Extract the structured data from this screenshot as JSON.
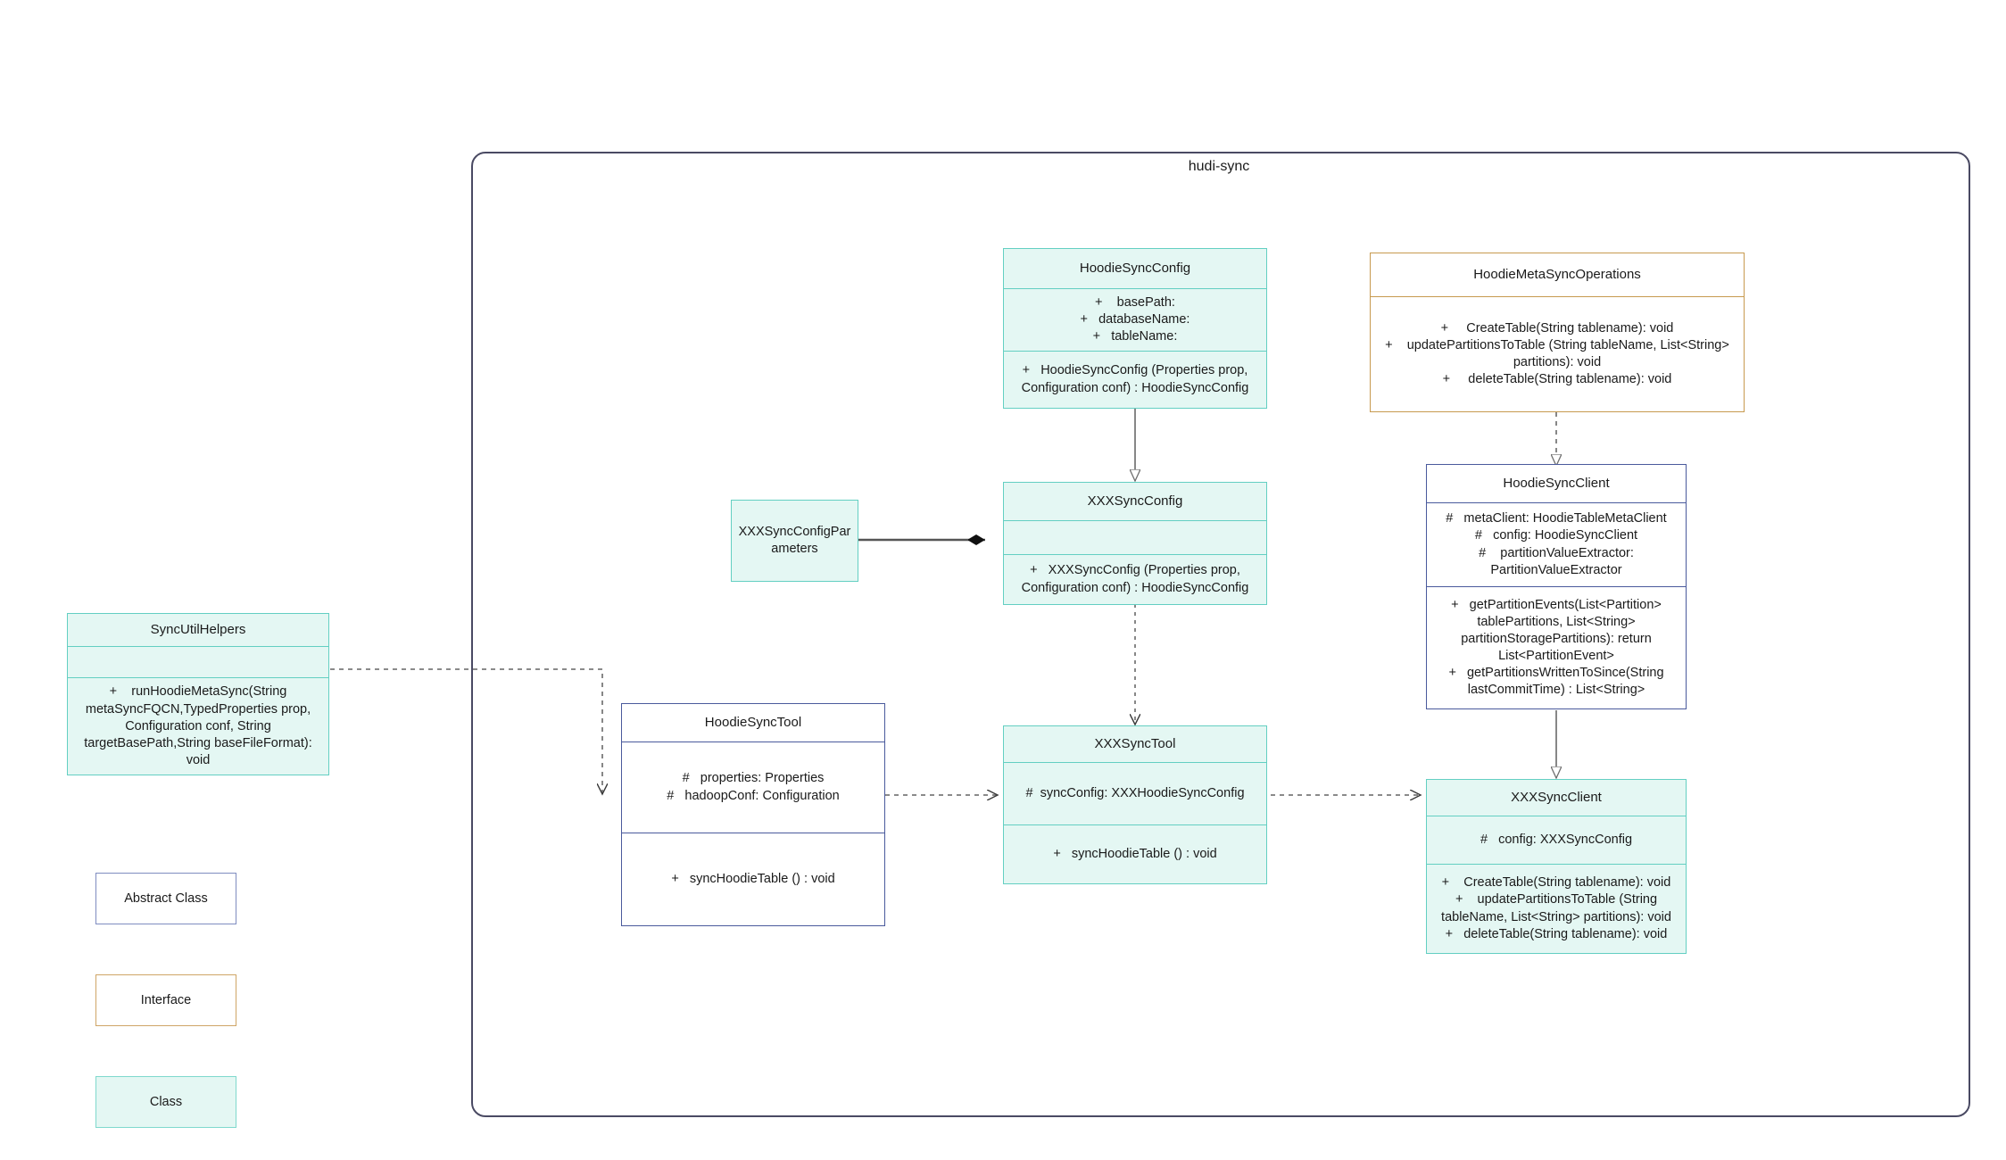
{
  "package": {
    "title": "hudi-sync"
  },
  "classes": {
    "hoodie_sync_config": {
      "name": "HoodieSyncConfig",
      "attributes": [
        "+    basePath:",
        "+   databaseName:",
        "+   tableName:"
      ],
      "methods": [
        "+   HoodieSyncConfig (Properties prop, Configuration conf) : HoodieSyncConfig"
      ]
    },
    "hoodie_meta_sync_operations": {
      "name": "HoodieMetaSyncOperations",
      "methods": [
        "+     CreateTable(String tablename): void",
        "+    updatePartitionsToTable (String tableName, List<String> partitions): void",
        "+     deleteTable(String tablename): void"
      ]
    },
    "xxx_sync_config": {
      "name": "XXXSyncConfig",
      "attributes": [],
      "methods": [
        "+   XXXSyncConfig (Properties prop, Configuration conf) : HoodieSyncConfig"
      ]
    },
    "xxx_sync_config_parameters": {
      "name": "XXXSyncConfigParameters"
    },
    "hoodie_sync_client": {
      "name": "HoodieSyncClient",
      "attributes": [
        "#   metaClient: HoodieTableMetaClient",
        "#   config: HoodieSyncClient",
        "#    partitionValueExtractor: PartitionValueExtractor"
      ],
      "methods": [
        "+   getPartitionEvents(List<Partition> tablePartitions, List<String> partitionStoragePartitions): return List<PartitionEvent>",
        "+   getPartitionsWrittenToSince(String lastCommitTime) : List<String>"
      ]
    },
    "sync_util_helpers": {
      "name": "SyncUtilHelpers",
      "attributes": [],
      "methods": [
        "+    runHoodieMetaSync(String metaSyncFQCN,TypedProperties prop, Configuration conf, String targetBasePath,String baseFileFormat): void"
      ]
    },
    "hoodie_sync_tool": {
      "name": "HoodieSyncTool",
      "attributes": [
        "#   properties: Properties",
        "#   hadoopConf: Configuration"
      ],
      "methods": [
        "+   syncHoodieTable () : void"
      ]
    },
    "xxx_sync_tool": {
      "name": "XXXSyncTool",
      "attributes": [
        "#  syncConfig: XXXHoodieSyncConfig"
      ],
      "methods": [
        "+   syncHoodieTable () : void"
      ]
    },
    "xxx_sync_client": {
      "name": "XXXSyncClient",
      "attributes": [
        "#   config: XXXSyncConfig"
      ],
      "methods": [
        "+    CreateTable(String tablename): void",
        "+    updatePartitionsToTable (String tableName, List<String> partitions): void",
        "+   deleteTable(String tablename): void"
      ]
    }
  },
  "legend": [
    {
      "label": "Abstract Class",
      "kind": "abstract"
    },
    {
      "label": "Interface",
      "kind": "interface"
    },
    {
      "label": "Class",
      "kind": "class"
    }
  ],
  "colors": {
    "class_fill": "#e4f7f3",
    "class_border": "#63cfc2",
    "abstract_border": "#4a5a9c",
    "interface_border": "#c79a4f",
    "package_border": "#4a4a63",
    "edge": "#7a7a7a",
    "edge_dark": "#555555"
  },
  "relations": [
    {
      "name": "hoodie-sync-config-to-xxx-sync-config",
      "type": "generalization"
    },
    {
      "name": "meta-sync-operations-to-hoodie-sync-client",
      "type": "realization"
    },
    {
      "name": "xxx-sync-config-parameters-to-xxx-sync-config",
      "type": "composition"
    },
    {
      "name": "xxx-sync-config-to-xxx-sync-tool",
      "type": "dependency"
    },
    {
      "name": "hoodie-sync-client-to-xxx-sync-client",
      "type": "generalization"
    },
    {
      "name": "sync-util-helpers-to-hoodie-sync-tool",
      "type": "dependency"
    },
    {
      "name": "hoodie-sync-tool-to-xxx-sync-tool",
      "type": "dependency"
    },
    {
      "name": "xxx-sync-tool-to-xxx-sync-client",
      "type": "dependency"
    }
  ]
}
